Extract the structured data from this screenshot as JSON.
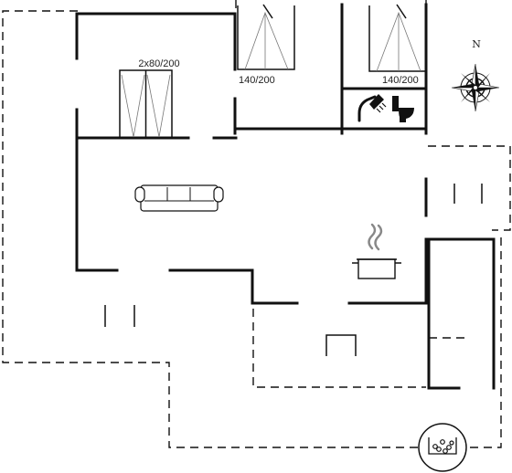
{
  "rooms": {
    "bedroom_left_bed_label": "2x80/200",
    "bedroom_mid_bed_label": "140/200",
    "bedroom_right_bed_label": "140/200"
  },
  "compass": {
    "north_label": "N"
  },
  "icons": {
    "sofa": "sofa-icon",
    "pot": "cooking-pot-icon",
    "shower": "shower-icon",
    "toilet": "toilet-icon",
    "hot_tub": "hot-tub-icon",
    "compass": "compass-rose-icon"
  }
}
